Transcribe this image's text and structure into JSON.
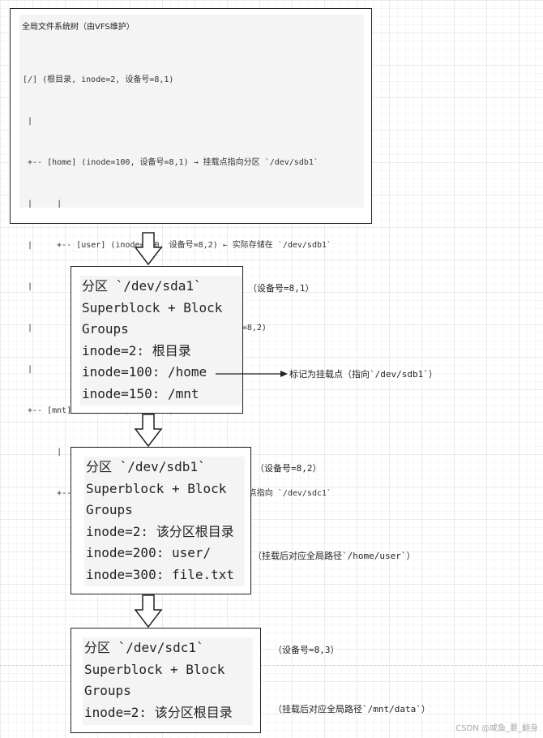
{
  "vfs_tree": {
    "title": "全局文件系统树（由VFS维护）",
    "lines": [
      "[/] (根目录, inode=2, 设备号=8,1)",
      " |",
      " +-- [home] (inode=100, 设备号=8,1) → 挂载点指向分区 `/dev/sdb1`",
      " |     |",
      " |     +-- [user] (inode=200, 设备号=8,2) ← 实际存储在 `/dev/sdb1`",
      " |           |",
      " |           +-- [file.txt] (inode=300, 设备号=8,2)",
      " |",
      " +-- [mnt] (inode=150, 设备号=8,1)",
      "       |",
      "       +-- [data] (inode=250, 设备号=8,3) → 挂载点指向 `/dev/sdc1`"
    ]
  },
  "partitions": [
    {
      "lines": [
        "分区 `/dev/sda1`",
        "Superblock + Block",
        "Groups",
        "inode=2: 根目录",
        "inode=100: /home",
        "inode=150: /mnt"
      ],
      "device_note": "（设备号=8,1）",
      "mount_note": "标记为挂载点（指向`/dev/sdb1`）"
    },
    {
      "lines": [
        "分区 `/dev/sdb1`",
        "Superblock + Block",
        "Groups",
        "inode=2: 该分区根目录",
        "inode=200: user/",
        "inode=300: file.txt"
      ],
      "device_note": "（设备号=8,2）",
      "path_note": "（挂载后对应全局路径`/home/user`）"
    },
    {
      "lines": [
        "分区 `/dev/sdc1`",
        "Superblock + Block",
        "Groups",
        "inode=2: 该分区根目录"
      ],
      "device_note": "（设备号=8,3）",
      "path_note": "（挂载后对应全局路径`/mnt/data`）"
    }
  ],
  "watermark": "CSDN @咸鱼_要_翻身"
}
